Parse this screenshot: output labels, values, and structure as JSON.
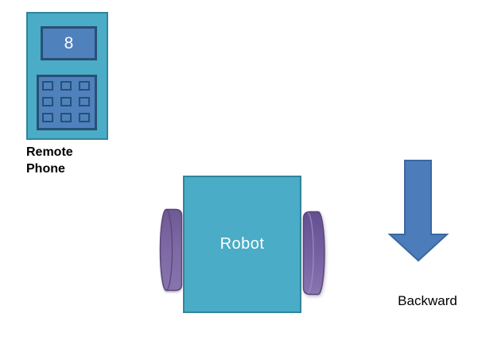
{
  "phone": {
    "display_value": "8",
    "label_lines": [
      "Remote",
      "Phone"
    ],
    "keypad_rows": 3,
    "keypad_cols": 3
  },
  "robot": {
    "label": "Robot",
    "wheel_count": 2
  },
  "arrow": {
    "label": "Backward",
    "direction": "down"
  },
  "colors": {
    "teal": "#4AACC6",
    "teal_border": "#31859B",
    "panel_blue": "#4F81BD",
    "panel_border": "#294F74",
    "wheel_purple": "#7B66A1",
    "wheel_border": "#5B4778",
    "wheel_highlight": "#9C8CC4",
    "arrow_fill": "#4C7CBA",
    "arrow_border": "#3A67A3",
    "label_text": "#000000",
    "shape_text": "#FFFFFF"
  }
}
